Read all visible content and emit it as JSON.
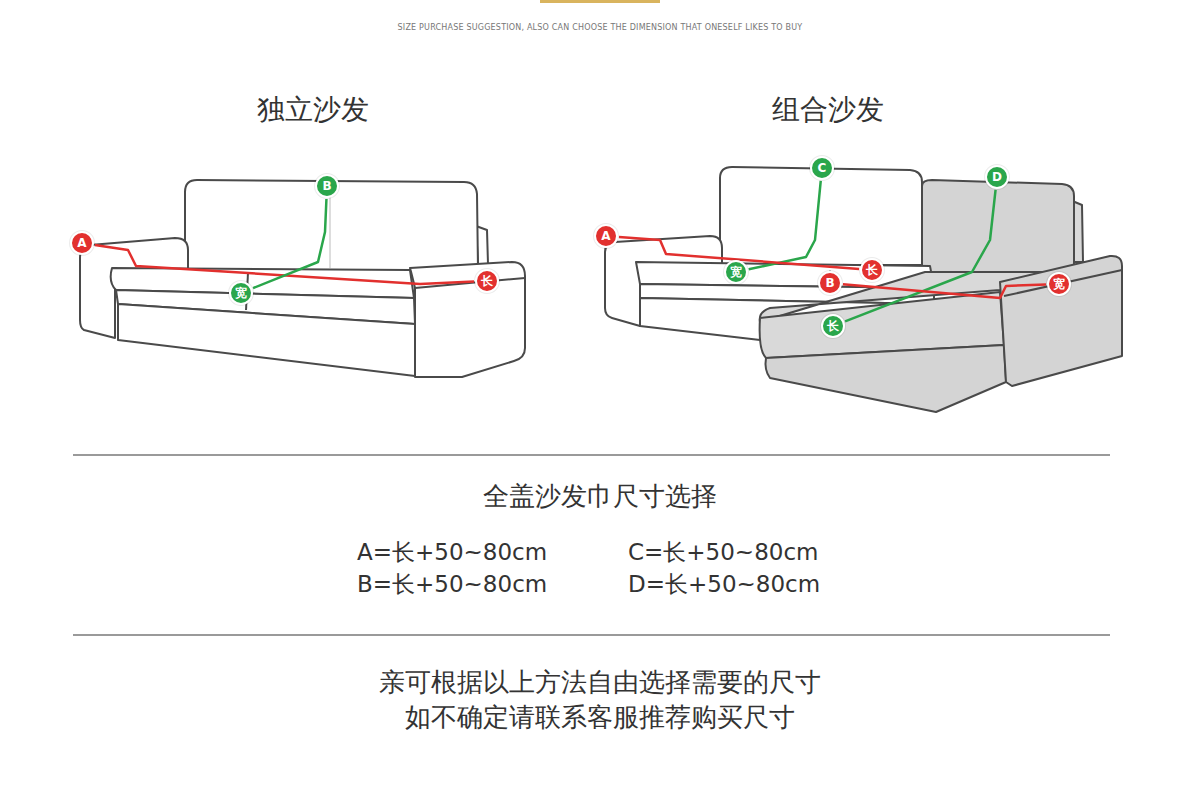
{
  "diagram": {
    "title": "全盖沙发巾尺寸选择",
    "nodes": [
      {
        "text": [
          "A"
        ]
      },
      {
        "text": [
          "B"
        ]
      },
      {
        "text": [
          "宽"
        ]
      },
      {
        "text": [
          "长"
        ]
      },
      {
        "text": [
          "C"
        ]
      },
      {
        "text": [
          "D"
        ]
      },
      {
        "text": [
          "A"
        ]
      },
      {
        "text": [
          "宽"
        ]
      },
      {
        "text": [
          "长"
        ]
      },
      {
        "text": [
          "B"
        ]
      },
      {
        "text": [
          "宽"
        ]
      },
      {
        "text": [
          "长"
        ]
      }
    ],
    "edges": [
      {
        "from": 0,
        "to": 3,
        "arrow": "none"
      },
      {
        "from": 1,
        "to": 2,
        "arrow": "none"
      },
      {
        "from": 4,
        "to": 7,
        "arrow": "none"
      },
      {
        "from": 5,
        "to": 11,
        "arrow": "none"
      },
      {
        "from": 6,
        "to": 8,
        "arrow": "none"
      },
      {
        "from": 9,
        "to": 10,
        "arrow": "none"
      }
    ],
    "labels": [
      "SIZE PURCHASE SUGGESTION, ALSO CAN CHOOSE THE DIMENSION THAT ONESELF LIKES TO BUY",
      "独立沙发",
      "组合沙发",
      "A=长+50~80cm",
      "C=长+50~80cm",
      "B=长+50~80cm",
      "D=长+50~80cm",
      "亲可根据以上方法自由选择需要的尺寸",
      "如不确定请联系客服推荐购买尺寸"
    ]
  }
}
